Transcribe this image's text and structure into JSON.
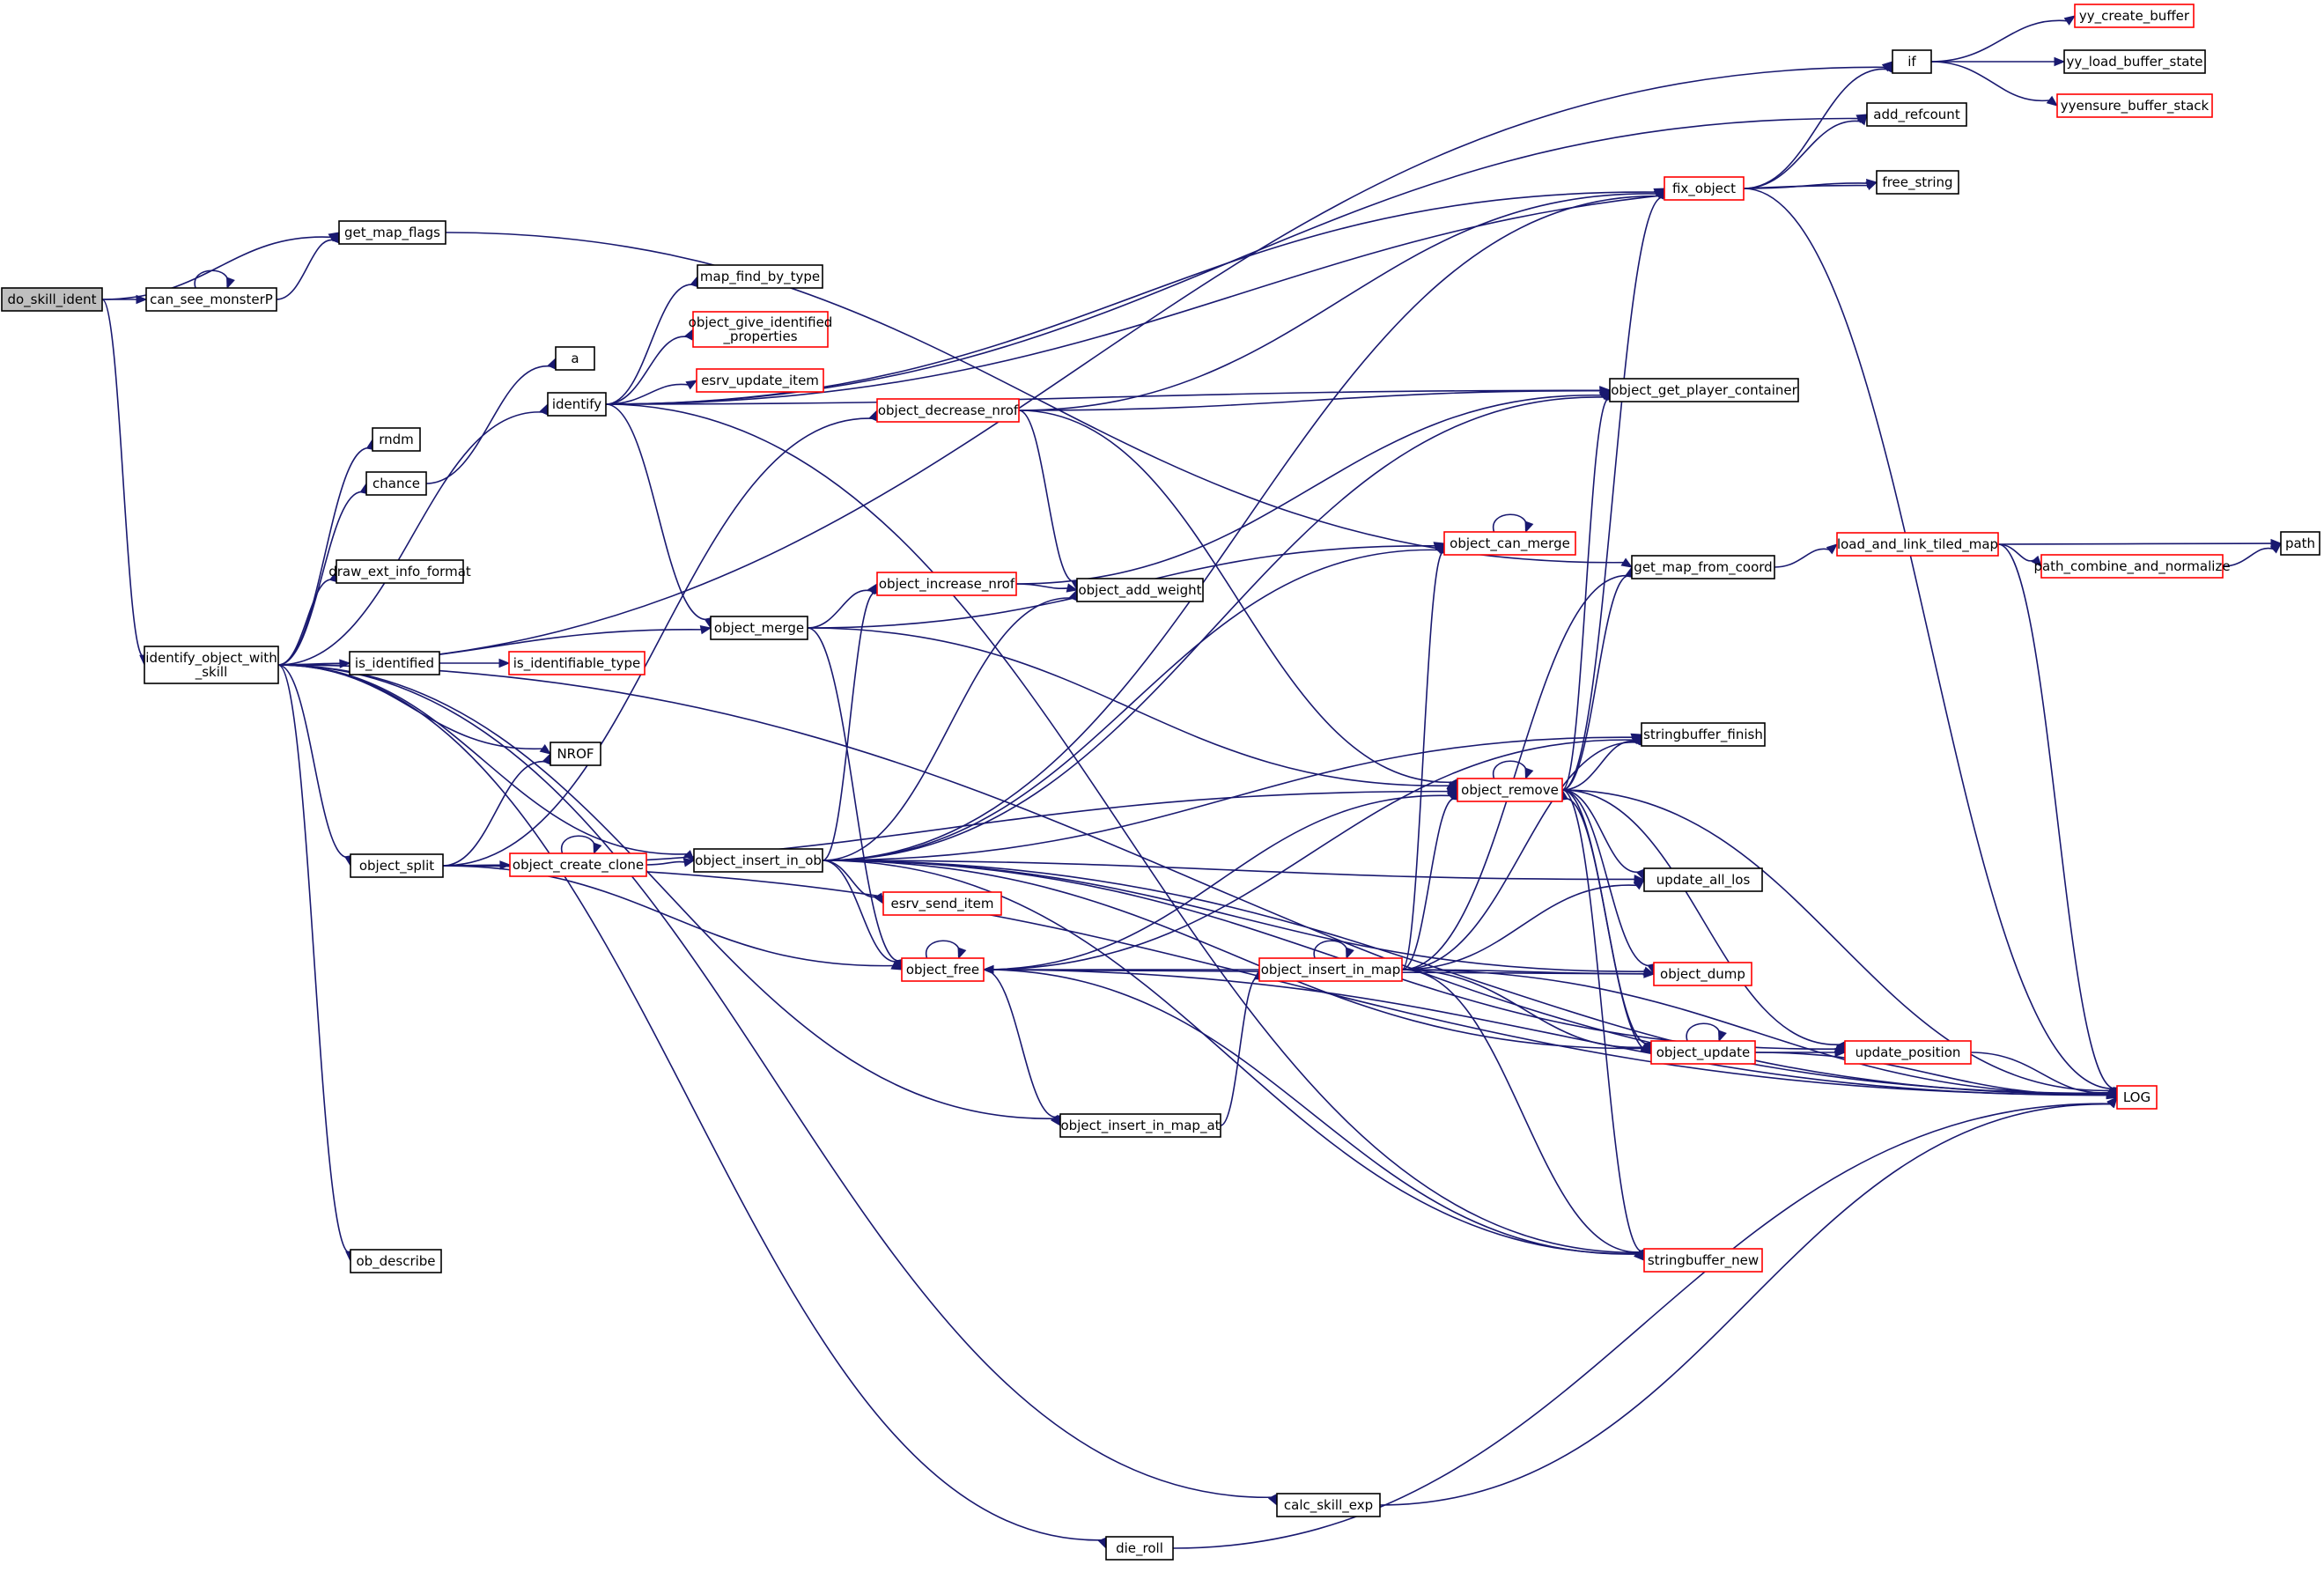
{
  "graph": {
    "colors": {
      "edge": "#191970",
      "normal_border": "#000000",
      "truncated_border": "#ff0000",
      "root_fill": "#bfbfbf"
    },
    "nodes": [
      {
        "id": "do_skill_ident",
        "label": "do_skill_ident",
        "style": "root"
      },
      {
        "id": "can_see_monsterP",
        "label": "can_see_monsterP",
        "style": "normal"
      },
      {
        "id": "get_map_flags",
        "label": "get_map_flags",
        "style": "normal"
      },
      {
        "id": "identify_object_with_skill",
        "label": [
          "identify_object_with",
          "_skill"
        ],
        "style": "normal"
      },
      {
        "id": "if",
        "label": "if",
        "style": "normal"
      },
      {
        "id": "add_refcount",
        "label": "add_refcount",
        "style": "normal"
      },
      {
        "id": "rndm",
        "label": "rndm",
        "style": "normal"
      },
      {
        "id": "chance",
        "label": "chance",
        "style": "normal"
      },
      {
        "id": "a",
        "label": "a",
        "style": "normal"
      },
      {
        "id": "draw_ext_info_format",
        "label": "draw_ext_info_format",
        "style": "normal"
      },
      {
        "id": "identify",
        "label": "identify",
        "style": "normal"
      },
      {
        "id": "map_find_by_type",
        "label": "map_find_by_type",
        "style": "normal"
      },
      {
        "id": "object_give_identified_properties",
        "label": [
          "object_give_identified",
          "_properties"
        ],
        "style": "truncated"
      },
      {
        "id": "esrv_update_item",
        "label": "esrv_update_item",
        "style": "truncated"
      },
      {
        "id": "is_identified",
        "label": "is_identified",
        "style": "normal"
      },
      {
        "id": "is_identifiable_type",
        "label": "is_identifiable_type",
        "style": "truncated"
      },
      {
        "id": "object_merge",
        "label": "object_merge",
        "style": "normal"
      },
      {
        "id": "NROF",
        "label": "NROF",
        "style": "normal"
      },
      {
        "id": "object_split",
        "label": "object_split",
        "style": "normal"
      },
      {
        "id": "object_create_clone",
        "label": "object_create_clone",
        "style": "truncated"
      },
      {
        "id": "object_insert_in_ob",
        "label": "object_insert_in_ob",
        "style": "normal"
      },
      {
        "id": "esrv_send_item",
        "label": "esrv_send_item",
        "style": "truncated"
      },
      {
        "id": "object_free",
        "label": "object_free",
        "style": "truncated"
      },
      {
        "id": "object_insert_in_map_at",
        "label": "object_insert_in_map_at",
        "style": "normal"
      },
      {
        "id": "ob_describe",
        "label": "ob_describe",
        "style": "normal"
      },
      {
        "id": "calc_skill_exp",
        "label": "calc_skill_exp",
        "style": "normal"
      },
      {
        "id": "die_roll",
        "label": "die_roll",
        "style": "normal"
      },
      {
        "id": "object_decrease_nrof",
        "label": "object_decrease_nrof",
        "style": "truncated"
      },
      {
        "id": "object_increase_nrof",
        "label": "object_increase_nrof",
        "style": "truncated"
      },
      {
        "id": "object_add_weight",
        "label": "object_add_weight",
        "style": "normal"
      },
      {
        "id": "fix_object",
        "label": "fix_object",
        "style": "truncated"
      },
      {
        "id": "object_get_player_container",
        "label": "object_get_player_container",
        "style": "normal"
      },
      {
        "id": "object_can_merge",
        "label": "object_can_merge",
        "style": "truncated"
      },
      {
        "id": "object_remove",
        "label": "object_remove",
        "style": "truncated"
      },
      {
        "id": "object_insert_in_map",
        "label": "object_insert_in_map",
        "style": "truncated"
      },
      {
        "id": "get_map_from_coord",
        "label": "get_map_from_coord",
        "style": "normal"
      },
      {
        "id": "stringbuffer_finish",
        "label": "stringbuffer_finish",
        "style": "normal"
      },
      {
        "id": "update_all_los",
        "label": "update_all_los",
        "style": "normal"
      },
      {
        "id": "object_dump",
        "label": "object_dump",
        "style": "truncated"
      },
      {
        "id": "object_update",
        "label": "object_update",
        "style": "truncated"
      },
      {
        "id": "stringbuffer_new",
        "label": "stringbuffer_new",
        "style": "truncated"
      },
      {
        "id": "yy_create_buffer",
        "label": "yy_create_buffer",
        "style": "truncated"
      },
      {
        "id": "yy_load_buffer_state",
        "label": "yy_load_buffer_state",
        "style": "normal"
      },
      {
        "id": "yyensure_buffer_stack",
        "label": "yyensure_buffer_stack",
        "style": "truncated"
      },
      {
        "id": "free_string",
        "label": "free_string",
        "style": "normal"
      },
      {
        "id": "load_and_link_tiled_map",
        "label": "load_and_link_tiled_map",
        "style": "truncated"
      },
      {
        "id": "path_combine_and_normalize",
        "label": "path_combine_and_normalize",
        "style": "truncated"
      },
      {
        "id": "path",
        "label": "path",
        "style": "normal"
      },
      {
        "id": "update_position",
        "label": "update_position",
        "style": "truncated"
      },
      {
        "id": "LOG",
        "label": "LOG",
        "style": "truncated"
      }
    ],
    "edges": [
      [
        "do_skill_ident",
        "can_see_monsterP"
      ],
      [
        "do_skill_ident",
        "get_map_flags"
      ],
      [
        "do_skill_ident",
        "identify_object_with_skill"
      ],
      [
        "can_see_monsterP",
        "can_see_monsterP"
      ],
      [
        "can_see_monsterP",
        "get_map_flags"
      ],
      [
        "get_map_flags",
        "get_map_from_coord"
      ],
      [
        "identify_object_with_skill",
        "if"
      ],
      [
        "identify_object_with_skill",
        "rndm"
      ],
      [
        "identify_object_with_skill",
        "chance"
      ],
      [
        "identify_object_with_skill",
        "draw_ext_info_format"
      ],
      [
        "identify_object_with_skill",
        "identify"
      ],
      [
        "identify_object_with_skill",
        "object_merge"
      ],
      [
        "identify_object_with_skill",
        "is_identified"
      ],
      [
        "identify_object_with_skill",
        "NROF"
      ],
      [
        "identify_object_with_skill",
        "object_split"
      ],
      [
        "identify_object_with_skill",
        "object_insert_in_ob"
      ],
      [
        "identify_object_with_skill",
        "object_insert_in_map_at"
      ],
      [
        "identify_object_with_skill",
        "ob_describe"
      ],
      [
        "identify_object_with_skill",
        "calc_skill_exp"
      ],
      [
        "identify_object_with_skill",
        "die_roll"
      ],
      [
        "identify_object_with_skill",
        "LOG"
      ],
      [
        "chance",
        "a"
      ],
      [
        "is_identified",
        "is_identifiable_type"
      ],
      [
        "identify",
        "map_find_by_type"
      ],
      [
        "identify",
        "object_give_identified_properties"
      ],
      [
        "identify",
        "esrv_update_item"
      ],
      [
        "identify",
        "add_refcount"
      ],
      [
        "identify",
        "free_string"
      ],
      [
        "identify",
        "object_get_player_container"
      ],
      [
        "identify",
        "fix_object"
      ],
      [
        "identify",
        "object_merge"
      ],
      [
        "identify",
        "stringbuffer_new"
      ],
      [
        "object_merge",
        "object_increase_nrof"
      ],
      [
        "object_merge",
        "object_can_merge"
      ],
      [
        "object_merge",
        "object_remove"
      ],
      [
        "object_merge",
        "object_free"
      ],
      [
        "object_split",
        "NROF"
      ],
      [
        "object_split",
        "object_create_clone"
      ],
      [
        "object_split",
        "object_decrease_nrof"
      ],
      [
        "object_split",
        "object_free"
      ],
      [
        "object_split",
        "object_remove"
      ],
      [
        "object_split",
        "LOG"
      ],
      [
        "object_create_clone",
        "object_create_clone"
      ],
      [
        "object_create_clone",
        "object_insert_in_ob"
      ],
      [
        "object_insert_in_ob",
        "esrv_send_item"
      ],
      [
        "object_insert_in_ob",
        "object_free"
      ],
      [
        "object_insert_in_ob",
        "object_increase_nrof"
      ],
      [
        "object_insert_in_ob",
        "object_add_weight"
      ],
      [
        "object_insert_in_ob",
        "fix_object"
      ],
      [
        "object_insert_in_ob",
        "object_get_player_container"
      ],
      [
        "object_insert_in_ob",
        "object_can_merge"
      ],
      [
        "object_insert_in_ob",
        "stringbuffer_finish"
      ],
      [
        "object_insert_in_ob",
        "update_all_los"
      ],
      [
        "object_insert_in_ob",
        "object_dump"
      ],
      [
        "object_insert_in_ob",
        "object_update"
      ],
      [
        "object_insert_in_ob",
        "stringbuffer_new"
      ],
      [
        "object_insert_in_ob",
        "update_position"
      ],
      [
        "object_insert_in_ob",
        "LOG"
      ],
      [
        "object_free",
        "object_free"
      ],
      [
        "object_free",
        "object_insert_in_map_at"
      ],
      [
        "object_free",
        "object_remove"
      ],
      [
        "object_free",
        "stringbuffer_finish"
      ],
      [
        "object_free",
        "stringbuffer_new"
      ],
      [
        "object_free",
        "LOG"
      ],
      [
        "object_insert_in_map_at",
        "object_insert_in_map"
      ],
      [
        "calc_skill_exp",
        "LOG"
      ],
      [
        "die_roll",
        "LOG"
      ],
      [
        "object_decrease_nrof",
        "fix_object"
      ],
      [
        "object_decrease_nrof",
        "object_get_player_container"
      ],
      [
        "object_decrease_nrof",
        "object_add_weight"
      ],
      [
        "object_decrease_nrof",
        "object_remove"
      ],
      [
        "object_increase_nrof",
        "object_add_weight"
      ],
      [
        "object_increase_nrof",
        "object_get_player_container"
      ],
      [
        "fix_object",
        "if"
      ],
      [
        "fix_object",
        "add_refcount"
      ],
      [
        "fix_object",
        "free_string"
      ],
      [
        "fix_object",
        "LOG"
      ],
      [
        "object_can_merge",
        "object_can_merge"
      ],
      [
        "object_remove",
        "object_remove"
      ],
      [
        "object_remove",
        "fix_object"
      ],
      [
        "object_remove",
        "object_get_player_container"
      ],
      [
        "object_remove",
        "get_map_from_coord"
      ],
      [
        "object_remove",
        "stringbuffer_finish"
      ],
      [
        "object_remove",
        "update_all_los"
      ],
      [
        "object_remove",
        "object_dump"
      ],
      [
        "object_remove",
        "object_update"
      ],
      [
        "object_remove",
        "stringbuffer_new"
      ],
      [
        "object_remove",
        "update_position"
      ],
      [
        "object_remove",
        "LOG"
      ],
      [
        "object_insert_in_map",
        "object_insert_in_map"
      ],
      [
        "object_insert_in_map",
        "object_free"
      ],
      [
        "object_insert_in_map",
        "object_remove"
      ],
      [
        "object_insert_in_map",
        "object_can_merge"
      ],
      [
        "object_insert_in_map",
        "get_map_from_coord"
      ],
      [
        "object_insert_in_map",
        "stringbuffer_finish"
      ],
      [
        "object_insert_in_map",
        "update_all_los"
      ],
      [
        "object_insert_in_map",
        "object_dump"
      ],
      [
        "object_insert_in_map",
        "object_update"
      ],
      [
        "object_insert_in_map",
        "stringbuffer_new"
      ],
      [
        "object_insert_in_map",
        "LOG"
      ],
      [
        "object_dump",
        "object_free"
      ],
      [
        "object_update",
        "object_update"
      ],
      [
        "object_update",
        "object_remove"
      ],
      [
        "object_update",
        "update_position"
      ],
      [
        "object_update",
        "LOG"
      ],
      [
        "update_position",
        "LOG"
      ],
      [
        "get_map_from_coord",
        "load_and_link_tiled_map"
      ],
      [
        "load_and_link_tiled_map",
        "path"
      ],
      [
        "load_and_link_tiled_map",
        "path_combine_and_normalize"
      ],
      [
        "load_and_link_tiled_map",
        "LOG"
      ],
      [
        "path_combine_and_normalize",
        "path"
      ],
      [
        "if",
        "yy_create_buffer"
      ],
      [
        "if",
        "yy_load_buffer_state"
      ],
      [
        "if",
        "yyensure_buffer_stack"
      ]
    ]
  }
}
